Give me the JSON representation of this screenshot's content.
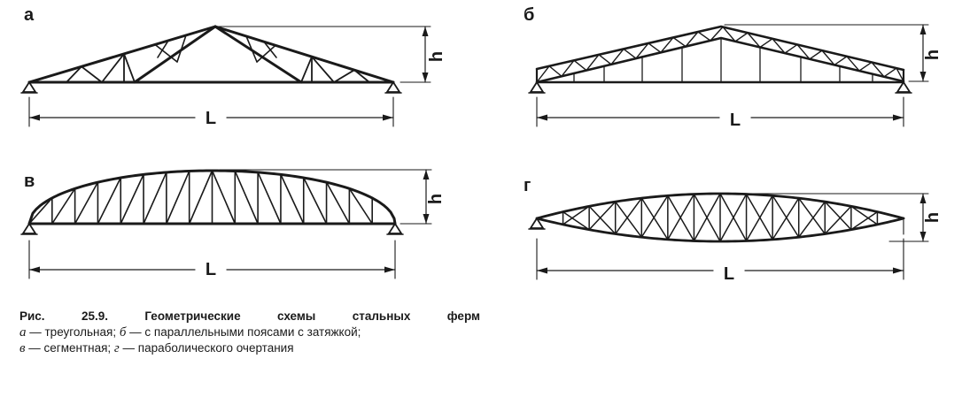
{
  "panels": {
    "a": {
      "letter": "а",
      "h_label": "h",
      "l_label": "L"
    },
    "b": {
      "letter": "б",
      "h_label": "h",
      "l_label": "L"
    },
    "v": {
      "letter": "в",
      "h_label": "h",
      "l_label": "L"
    },
    "g": {
      "letter": "г",
      "h_label": "h",
      "l_label": "L"
    }
  },
  "caption": {
    "title_words": [
      "Рис.",
      "25.9.",
      "Геометрические",
      "схемы",
      "стальных",
      "ферм"
    ],
    "lines": [
      {
        "parts": [
          {
            "letter": "а",
            "text": " — треугольная; "
          },
          {
            "letter": "б",
            "text": " — с параллельными поясами с затяжкой;"
          }
        ]
      },
      {
        "parts": [
          {
            "letter": "в",
            "text": " — сегментная; "
          },
          {
            "letter": "г",
            "text": " — параболического очертания"
          }
        ]
      }
    ]
  },
  "colors": {
    "ink": "#1a1a1a",
    "background": "#ffffff"
  }
}
